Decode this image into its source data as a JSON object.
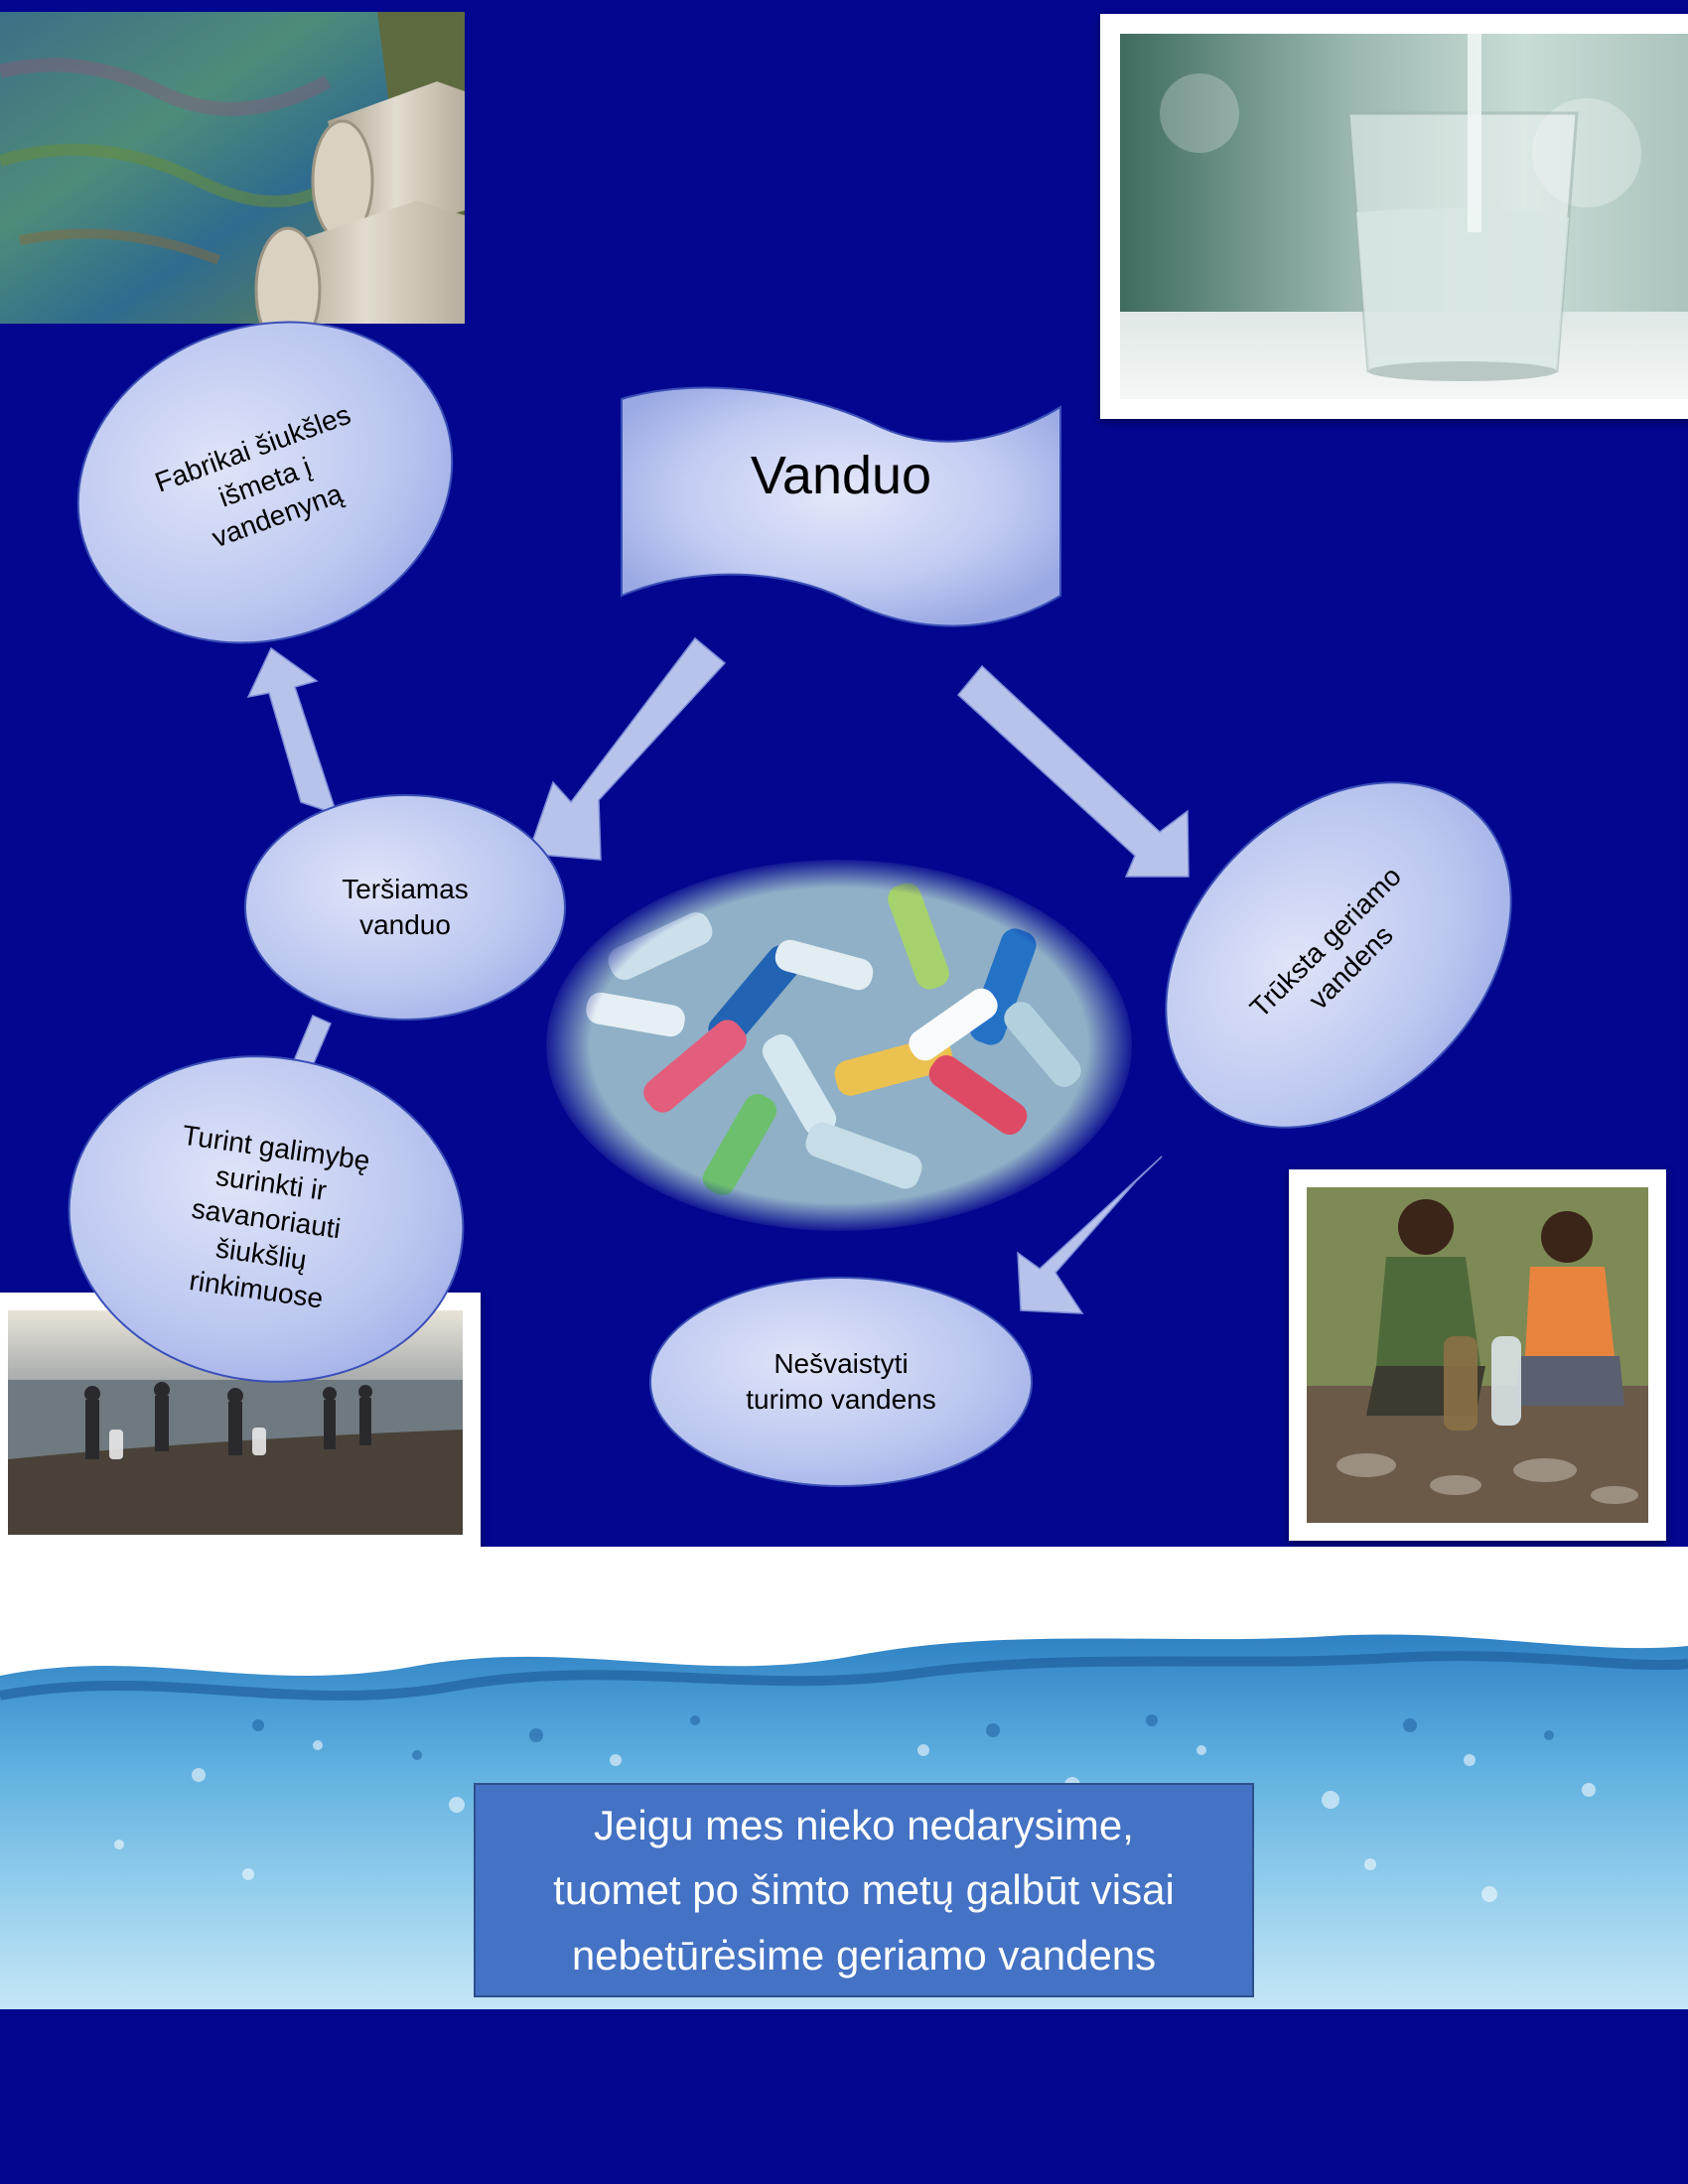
{
  "center_title": "Vanduo",
  "nodes": {
    "factories": [
      "Fabrikai šiukšles",
      "išmeta į",
      "vandenyną"
    ],
    "polluted": [
      "Teršiamas",
      "vanduo"
    ],
    "volunteer": [
      "Turint galimybę",
      "surinkti ir",
      "savanoriauti",
      "šiukšlių",
      "rinkimuose"
    ],
    "shortage": [
      "Trūksta geriamo",
      "vandens"
    ],
    "save": [
      "Nešvaistyti",
      "turimo vandens"
    ]
  },
  "banner": {
    "lines": [
      "Jeigu mes nieko nedarysime,",
      "tuomet po šimto metų galbūt visai",
      "nebetūrėsime geriamo vandens"
    ]
  },
  "colors": {
    "background": "#03078f",
    "node_fill": "#bcc7f0",
    "arrow_fill": "#b8c3ec",
    "banner_fill": "#4472c4"
  },
  "icons": {
    "photo_top_left": "polluted-water-pipes-photo",
    "photo_top_right": "glass-of-water-photo",
    "photo_center": "plastic-bottles-photo",
    "photo_bottom_left": "beach-cleanup-photo",
    "photo_bottom_right": "children-dirty-water-photo",
    "water_band": "water-splash-photo"
  }
}
